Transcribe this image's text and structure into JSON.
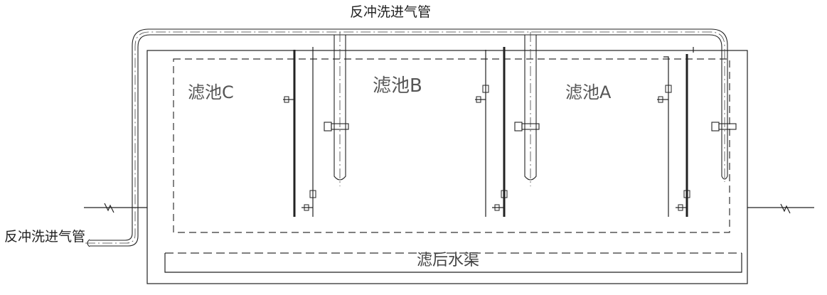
{
  "labels": {
    "air_pipe_top": "反冲洗进气管",
    "air_pipe_inlet": "反冲洗进气管",
    "filter_c": "滤池C",
    "filter_b": "滤池B",
    "filter_a": "滤池A",
    "channel": "滤后水渠"
  },
  "colors": {
    "line": "#222222",
    "dash": "#333333",
    "label": "#555555"
  }
}
